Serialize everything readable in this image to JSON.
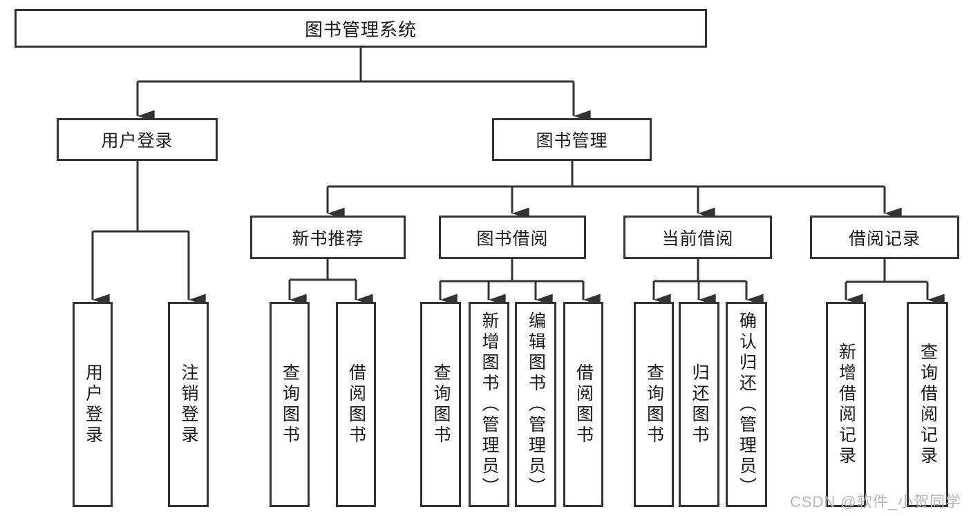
{
  "diagram": {
    "root": {
      "label": "图书管理系统"
    },
    "level2": [
      {
        "label": "用户登录"
      },
      {
        "label": "图书管理"
      }
    ],
    "level3": [
      {
        "label": "新书推荐"
      },
      {
        "label": "图书借阅"
      },
      {
        "label": "当前借阅"
      },
      {
        "label": "借阅记录"
      }
    ],
    "leaves": {
      "user_login": [
        "用户登录",
        "注销登录"
      ],
      "new_book": [
        "查询图书",
        "借阅图书"
      ],
      "book_borrow": [
        "查询图书",
        "新增图书（管理员）",
        "编辑图书（管理员）",
        "借阅图书"
      ],
      "current_borrow": [
        "查询图书",
        "归还图书",
        "确认归还（管理员）"
      ],
      "borrow_record": [
        "新增借阅记录",
        "查询借阅记录"
      ]
    },
    "watermark": "CSDN @软件_小贺同学",
    "colors": {
      "line": "#333333",
      "box_border": "#333333",
      "text": "#1a1a1a",
      "watermark": "#b5b5b5",
      "background": "#ffffff"
    }
  }
}
